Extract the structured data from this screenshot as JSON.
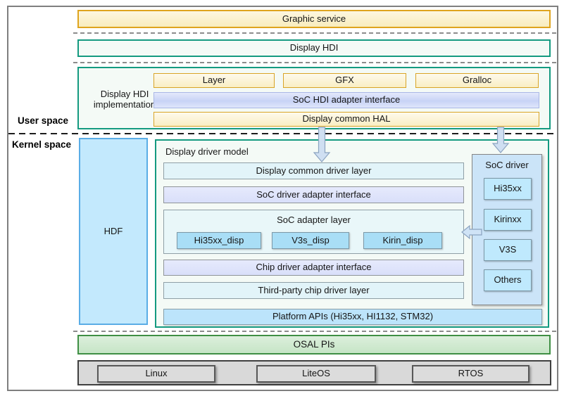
{
  "palette": {
    "teal_border": "#149a80",
    "yellow_fill": "#f9eec3",
    "yellow_border": "#d9a426",
    "lavender_fill": "#d9dffa",
    "hdf_blue": "#c3e9fd",
    "soc_driver_blue": "#cbe4f8",
    "platform_blue": "#bce4fb",
    "osal_green": "#c6e5c6",
    "osal_border": "#3f8f44",
    "os_grey": "#d9d9d9"
  },
  "user_space": {
    "section_label": "User space",
    "graphic_service": "Graphic service",
    "display_hdi": "Display HDI",
    "hdi_implementation": {
      "label": "Display HDI implementation",
      "components": [
        "Layer",
        "GFX",
        "Gralloc"
      ],
      "adapter_interface": "SoC HDI adapter interface",
      "common_hal": "Display common HAL"
    }
  },
  "kernel_space": {
    "section_label": "Kernel space",
    "hdf_label": "HDF",
    "display_driver_model": {
      "title": "Display driver model",
      "common_driver_layer": "Display common driver layer",
      "soc_driver_adapter_interface": "SoC driver adapter interface",
      "soc_adapter_layer": {
        "title": "SoC adapter layer",
        "chips": [
          "Hi35xx_disp",
          "V3s_disp",
          "Kirin_disp"
        ]
      },
      "chip_driver_adapter_interface": "Chip driver adapter interface",
      "third_party_layer": "Third-party chip driver layer",
      "platform_apis": "Platform APIs (Hi35xx, HI1132, STM32)"
    },
    "soc_driver": {
      "title": "SoC driver",
      "drivers": [
        "Hi35xx",
        "Kirinxx",
        "V3S",
        "Others"
      ]
    }
  },
  "osal": {
    "label": "OSAL PIs"
  },
  "os_bar": {
    "systems": [
      "Linux",
      "LiteOS",
      "RTOS"
    ]
  }
}
